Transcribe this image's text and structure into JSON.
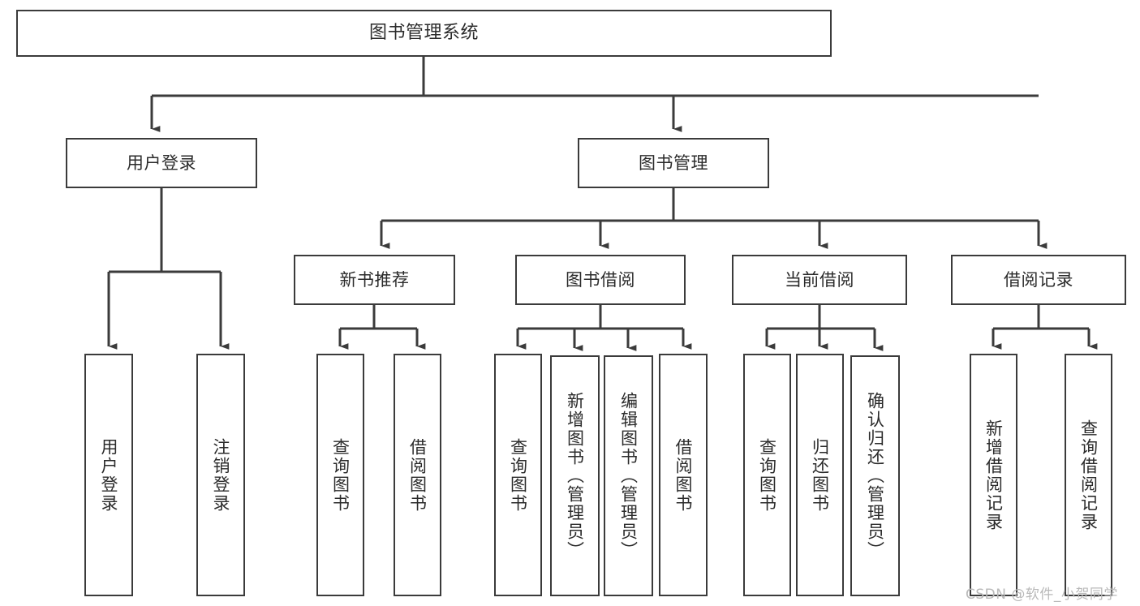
{
  "diagram": {
    "title": "图书管理系统",
    "type": "hierarchy-tree",
    "colors": {
      "box_border": "#3b3b3b",
      "box_fill": "#ffffff",
      "connector": "#3b3b3b",
      "text": "#2b2b2b",
      "watermark": "#b9b9b9"
    },
    "nodes": {
      "root": {
        "label": "图书管理系统",
        "orientation": "horizontal"
      },
      "level2": [
        {
          "id": "user-login",
          "label": "用户登录",
          "orientation": "horizontal"
        },
        {
          "id": "book-management",
          "label": "图书管理",
          "orientation": "horizontal"
        }
      ],
      "level3": [
        {
          "id": "new-book-recommend",
          "label": "新书推荐",
          "orientation": "horizontal"
        },
        {
          "id": "book-borrow",
          "label": "图书借阅",
          "orientation": "horizontal"
        },
        {
          "id": "current-borrow",
          "label": "当前借阅",
          "orientation": "horizontal"
        },
        {
          "id": "borrow-record",
          "label": "借阅记录",
          "orientation": "horizontal"
        }
      ],
      "leaves": [
        {
          "id": "leaf-user-login",
          "label": "用户登录",
          "parent": "user-login",
          "orientation": "vertical"
        },
        {
          "id": "leaf-user-logout",
          "label": "注销登录",
          "parent": "user-login",
          "orientation": "vertical"
        },
        {
          "id": "leaf-query-book-1",
          "label": "查询图书",
          "parent": "new-book-recommend",
          "orientation": "vertical"
        },
        {
          "id": "leaf-borrow-book-1",
          "label": "借阅图书",
          "parent": "new-book-recommend",
          "orientation": "vertical"
        },
        {
          "id": "leaf-query-book-2",
          "label": "查询图书",
          "parent": "book-borrow",
          "orientation": "vertical"
        },
        {
          "id": "leaf-add-book",
          "label": "新增图书（管理员）",
          "parent": "book-borrow",
          "orientation": "vertical"
        },
        {
          "id": "leaf-edit-book",
          "label": "编辑图书（管理员）",
          "parent": "book-borrow",
          "orientation": "vertical"
        },
        {
          "id": "leaf-borrow-book-2",
          "label": "借阅图书",
          "parent": "book-borrow",
          "orientation": "vertical"
        },
        {
          "id": "leaf-query-book-3",
          "label": "查询图书",
          "parent": "current-borrow",
          "orientation": "vertical"
        },
        {
          "id": "leaf-return-book",
          "label": "归还图书",
          "parent": "current-borrow",
          "orientation": "vertical"
        },
        {
          "id": "leaf-confirm-return",
          "label": "确认归还（管理员）",
          "parent": "current-borrow",
          "orientation": "vertical"
        },
        {
          "id": "leaf-add-record",
          "label": "新增借阅记录",
          "parent": "borrow-record",
          "orientation": "vertical"
        },
        {
          "id": "leaf-query-record",
          "label": "查询借阅记录",
          "parent": "borrow-record",
          "orientation": "vertical"
        }
      ]
    },
    "watermark": "CSDN @软件_小贺同学"
  }
}
